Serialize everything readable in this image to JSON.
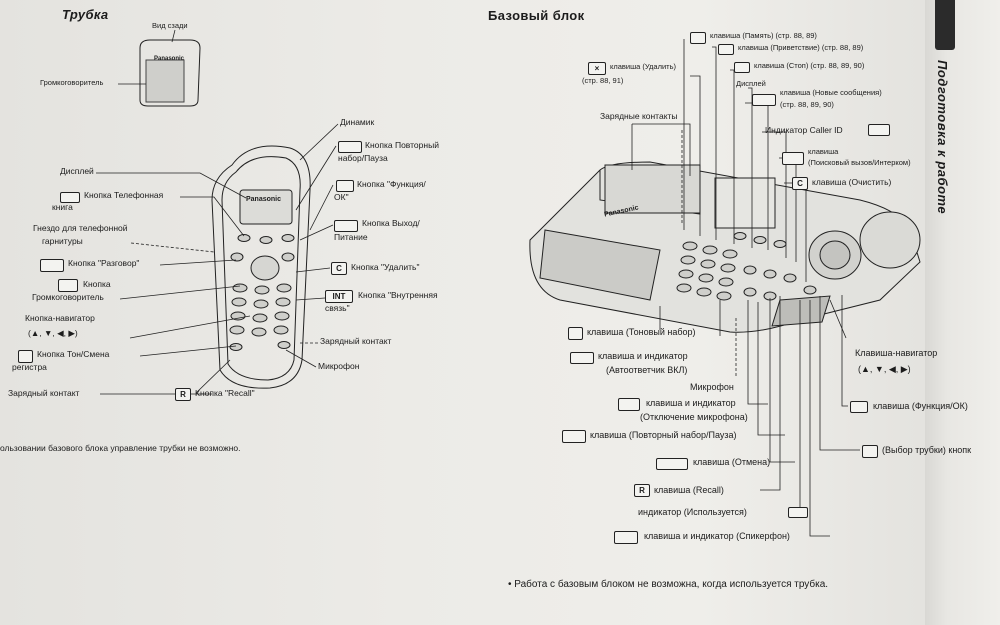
{
  "handset": {
    "title": "Трубка",
    "back_view_label": "Вид сзади",
    "loudspeaker_back": "Громкоговоритель",
    "brand": "Panasonic",
    "labels": {
      "speaker": "Динамик",
      "redial_line1": "Кнопка Повторный",
      "redial_line2": "набор/Пауза",
      "display": "Дисплей",
      "phonebook_line1": "Кнопка Телефонная",
      "phonebook_line2": "книга",
      "function_line1": "Кнопка \"Функция/",
      "function_line2": "ОК\"",
      "headset_line1": "Гнездо для телефонной",
      "headset_line2": "гарнитуры",
      "exit_line1": "Кнопка Выход/",
      "exit_line2": "Питание",
      "talk": "Кнопка \"Разговор\"",
      "delete": "Кнопка \"Удалить\"",
      "speakerphone_line1": "Кнопка",
      "speakerphone_line2": "Громкоговоритель",
      "intercom_line1": "Кнопка \"Внутренняя",
      "intercom_line2": "связь\"",
      "navigator_line1": "Кнопка-навигатор",
      "navigator_keys": "(▲, ▼, ◀, ▶)",
      "tone_line1": "Кнопка Тон/Смена",
      "tone_line2": "регистра",
      "charge_contact_right": "Зарядный контакт",
      "microphone": "Микрофон",
      "charge_contact_left": "Зарядный контакт",
      "recall": "Кнопка \"Recall\""
    },
    "key_glyphs": {
      "delete": "C",
      "intercom": "INT",
      "recall": "R"
    },
    "footnote": "ользовании базового блока управление трубки не возможно."
  },
  "base": {
    "title": "Базовый блок",
    "brand": "Panasonic",
    "labels": {
      "memory": "клавиша (Память) (стр. 88, 89)",
      "delete_line1": "клавиша (Удалить)",
      "delete_line2": "(стр. 88, 91)",
      "greeting": "клавиша (Приветствие) (стр. 88, 89)",
      "stop": "клавиша (Стоп) (стр. 88, 89, 90)",
      "display": "Дисплей",
      "new_messages_line1": "клавиша (Новые сообщения)",
      "new_messages_line2": "(стр. 88, 89, 90)",
      "charge_contacts": "Зарядные контакты",
      "caller_id": "Индикатор Caller ID",
      "locator_line1": "клавиша",
      "locator_line2": "(Поисковый вызов/Интерком)",
      "clear": "клавиша (Очистить)",
      "tone": "клавиша (Тоновый набор)",
      "answering_line1": "клавиша и индикатор",
      "answering_line2": "(Автоответчик ВКЛ)",
      "microphone": "Микрофон",
      "navigator_line1": "Клавиша-навигатор",
      "navigator_keys": "(▲, ▼, ◀, ▶)",
      "mute_line1": "клавиша и индикатор",
      "mute_line2": "(Отключение микрофона)",
      "function_ok": "клавиша (Функция/ОК)",
      "redial": "клавиша (Повторный набор/Пауза)",
      "handset_select": "(Выбор трубки) кнопк",
      "cancel": "клавиша (Отмена)",
      "recall": "клавиша (Recall)",
      "in_use": "индикатор (Используется)",
      "speakerphone": "клавиша и индикатор (Спикерфон)"
    },
    "key_glyphs": {
      "delete": "×",
      "clear": "C",
      "recall": "R"
    },
    "note": "• Работа с базовым блоком не возможна, когда используется трубка."
  },
  "sidebar": {
    "section": "Подготовка к работе"
  }
}
